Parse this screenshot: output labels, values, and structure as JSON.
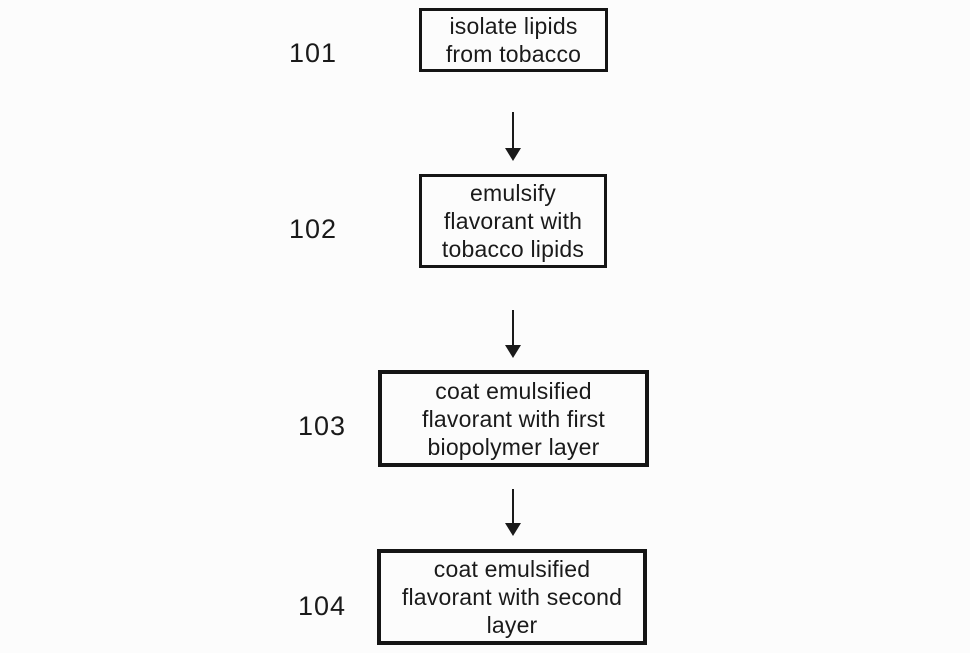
{
  "figure": {
    "type": "flowchart",
    "background_color": "#fcfcfc",
    "ink_color": "#1a1a1a",
    "steps": [
      {
        "ref": "101",
        "lines": [
          "isolate lipids",
          "from tobacco"
        ]
      },
      {
        "ref": "102",
        "lines": [
          "emulsify",
          "flavorant with",
          "tobacco lipids"
        ]
      },
      {
        "ref": "103",
        "lines": [
          "coat emulsified",
          "flavorant with first",
          "biopolymer layer"
        ]
      },
      {
        "ref": "104",
        "lines": [
          "coat emulsified",
          "flavorant with second",
          "layer"
        ]
      }
    ],
    "connections": [
      {
        "from": "101",
        "to": "102"
      },
      {
        "from": "102",
        "to": "103"
      },
      {
        "from": "103",
        "to": "104"
      }
    ]
  }
}
